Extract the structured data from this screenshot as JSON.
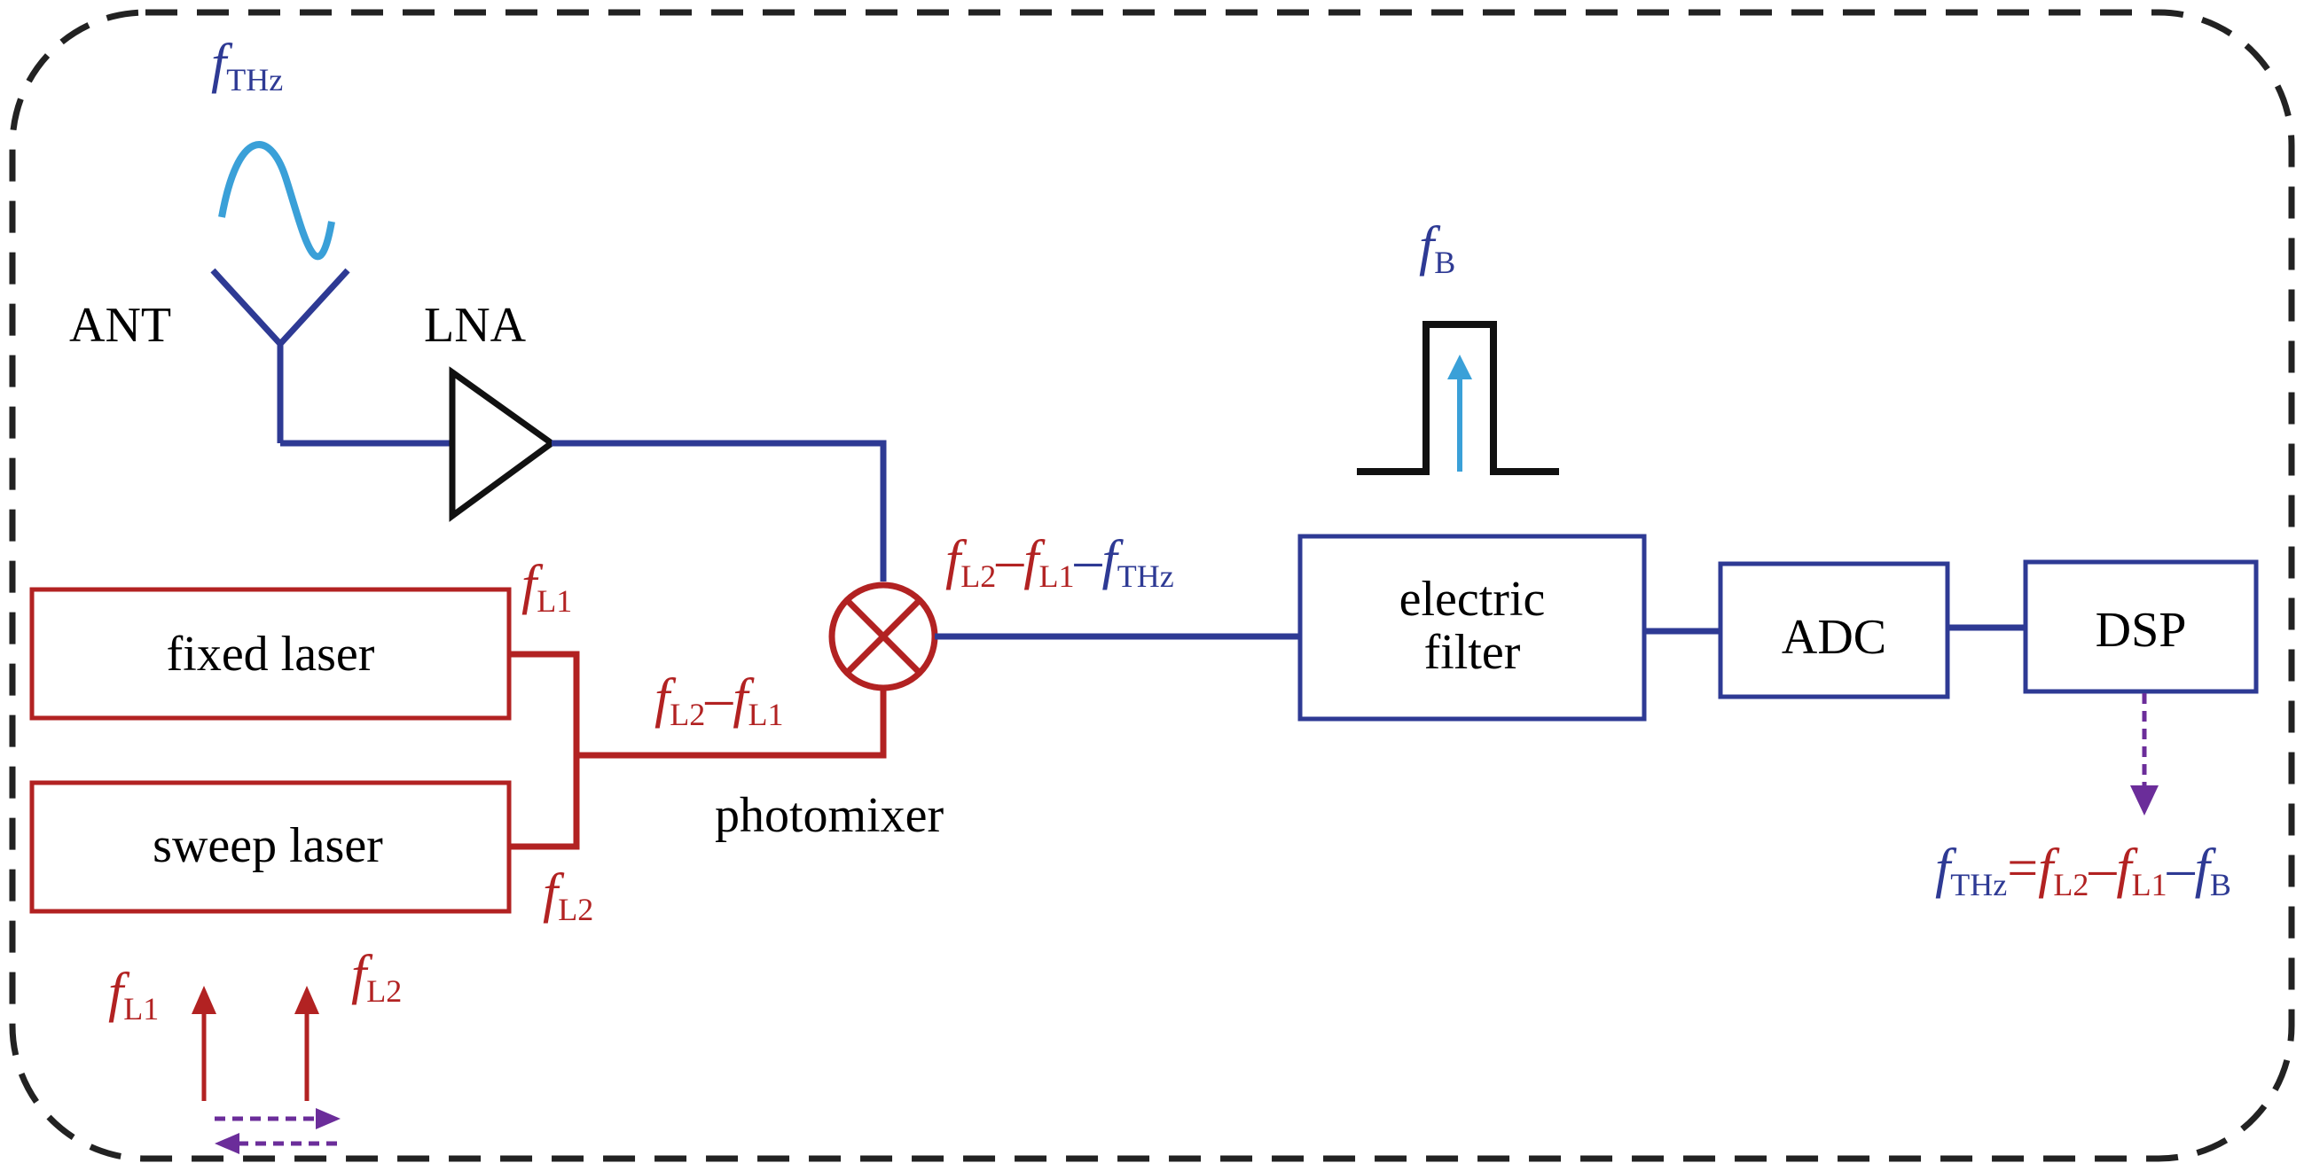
{
  "colors": {
    "blue": "#2e3a94",
    "red": "#b22222",
    "light_blue": "#3aa0d8",
    "purple": "#6b2d9a",
    "black": "#111111",
    "border": "#222222"
  },
  "labels": {
    "ant": "ANT",
    "lna": "LNA",
    "fixed_laser": "fixed laser",
    "sweep_laser": "sweep laser",
    "photomixer": "photomixer",
    "electric_filter_line1": "electric",
    "electric_filter_line2": "filter",
    "adc": "ADC",
    "dsp": "DSP"
  },
  "symbols": {
    "f": "f",
    "minus": "–",
    "equals": "=",
    "sub_thz": "THz",
    "sub_l1": "L1",
    "sub_l2": "L2",
    "sub_b": "B"
  },
  "icons": {
    "antenna": "antenna-icon",
    "amplifier": "amplifier-triangle-icon",
    "mixer": "mixer-cross-icon",
    "signal": "sine-wave-icon",
    "passband": "bandpass-pulse-icon"
  }
}
